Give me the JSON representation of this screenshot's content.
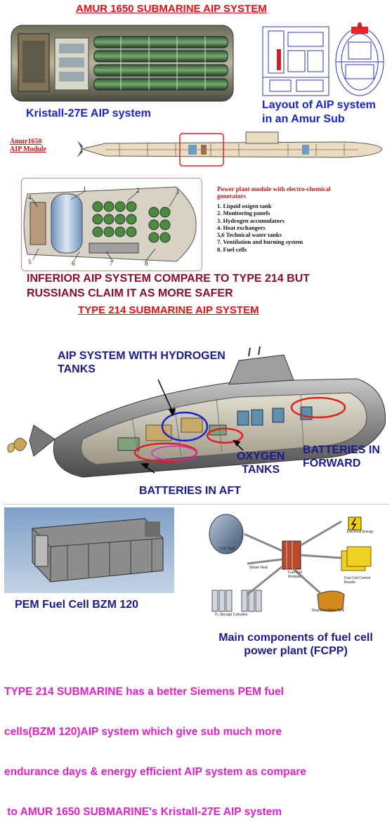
{
  "amur": {
    "title": "AMUR 1650 SUBMARINE AIP SYSTEM",
    "kristall_label": "Kristall-27E AIP system",
    "layout_label_line1": "Layout of AIP system",
    "layout_label_line2": "in an Amur Sub",
    "module_tag_line1": "Amur1650",
    "module_tag_line2": "AIP Module",
    "callouts": [
      "1",
      "2",
      "3",
      "4",
      "5",
      "6",
      "7",
      "8"
    ],
    "legend_title_line1": "Power plant module with electro-chemical",
    "legend_title_line2": "generators",
    "legend_items": [
      "1. Liquid oxigen tank",
      "2. Monitoring panels",
      "3. Hydrogen accumulators",
      "4. Heat exchangers",
      "5,6 Technical water tanks",
      "7. Ventilation and burning system",
      "8. Fuel cells"
    ],
    "comment_line1": "INFERIOR AIP SYSTEM COMPARE TO TYPE 214  BUT",
    "comment_line2": "RUSSIANS CLAIM IT AS MORE SAFER"
  },
  "type214": {
    "title": "TYPE 214 SUBMARINE AIP SYSTEM",
    "hydrogen_label_line1": "AIP SYSTEM WITH HYDROGEN",
    "hydrogen_label_line2": "TANKS",
    "oxygen_label_line1": "OXYGEN",
    "oxygen_label_line2": "TANKS",
    "batt_fwd_line1": "BATTERIES IN",
    "batt_fwd_line2": "FORWARD",
    "batt_aft": "BATTERIES IN AFT"
  },
  "fuel_cell": {
    "pem_label": "PEM Fuel Cell  BZM 120",
    "fcpp_line1": "Main components of fuel cell",
    "fcpp_line2": "power plant (FCPP)",
    "diagram_labels": {
      "lox": "LOX Tank",
      "electrical": "Electrical Energy",
      "waste_heat": "Waste Heat",
      "modules": "Fuel Cell Modules",
      "control": "Fuel Cell Control Boards",
      "h2": "H₂ Storage Cylinders",
      "water": "Reaction Water Tank"
    }
  },
  "conclusion": {
    "line1": "TYPE 214 SUBMARINE has a better Siemens PEM fuel",
    "line2": "cells(BZM 120)AIP system which give sub much more",
    "line3": "endurance days & energy efficient AIP system as compare",
    "line4": " to AMUR 1650 SUBMARINE's Kristall-27E AIP system"
  },
  "colors": {
    "title_red": "#e01010",
    "blue_label": "#1a23d0",
    "maroon": "#8a0f2a",
    "navy": "#1a1a8c",
    "magenta": "#e020c8",
    "highlight_red": "#e02020"
  }
}
